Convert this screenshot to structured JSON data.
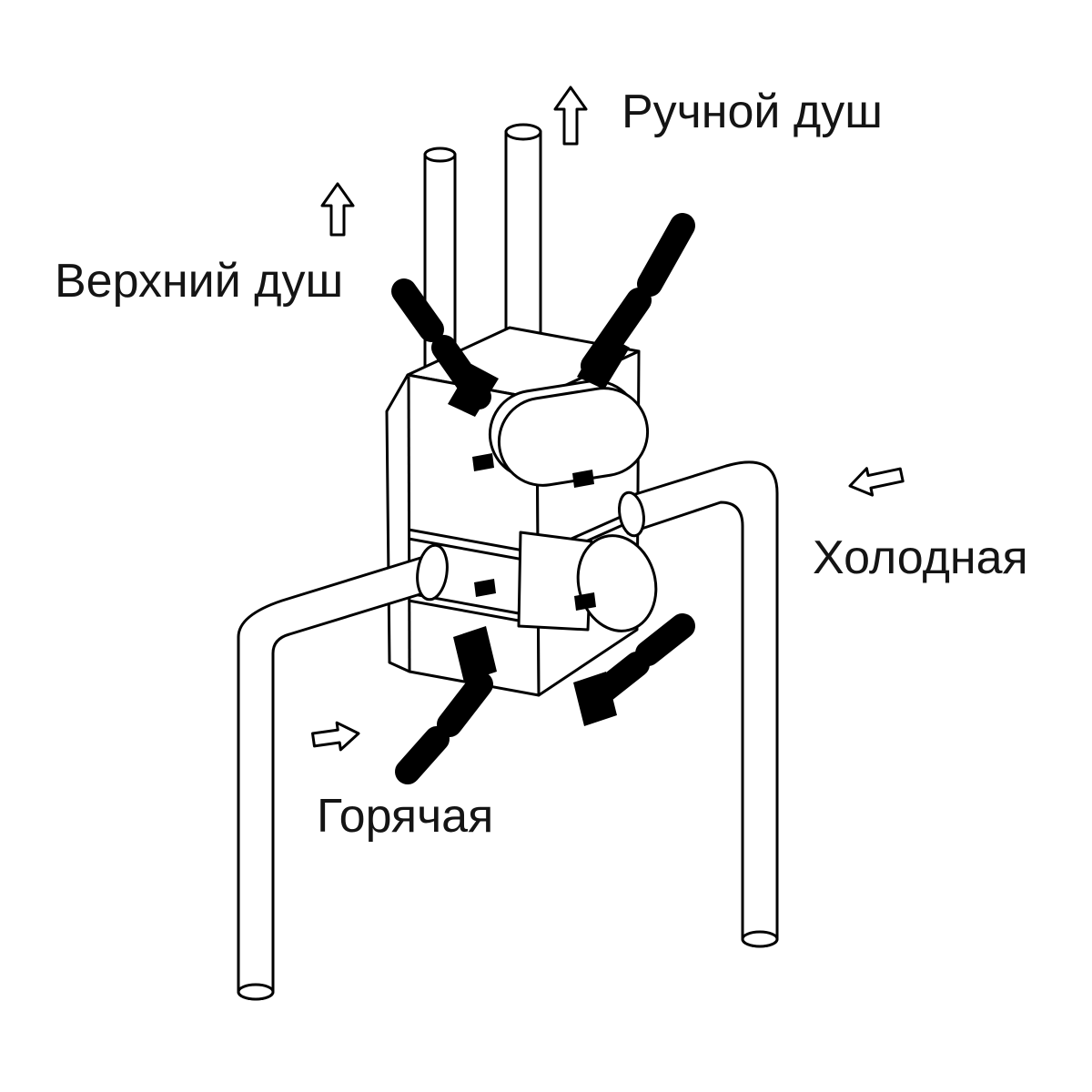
{
  "page": {
    "background_color": "#ffffff",
    "line_color": "#000000"
  },
  "diagram": {
    "type": "plumbing-rough-in-valve-schematic",
    "labels": {
      "hand_shower": "Ручной душ",
      "overhead_shower": "Верхний душ",
      "cold_water": "Холодная",
      "hot_water": "Горячая"
    },
    "arrows": [
      {
        "name": "hand-shower-flow-arrow",
        "direction": "up"
      },
      {
        "name": "overhead-shower-flow-arrow",
        "direction": "up"
      },
      {
        "name": "cold-water-flow-arrow",
        "direction": "left"
      },
      {
        "name": "hot-water-flow-arrow",
        "direction": "right"
      }
    ],
    "parts": [
      "overhead-shower-outlet-pipe",
      "hand-shower-outlet-pipe",
      "valve-body",
      "mixer-cartridge-cap",
      "diverter-cartridge",
      "cross-handle-top",
      "cross-handle-bottom",
      "hot-water-inlet-pipe",
      "cold-water-inlet-pipe"
    ]
  }
}
